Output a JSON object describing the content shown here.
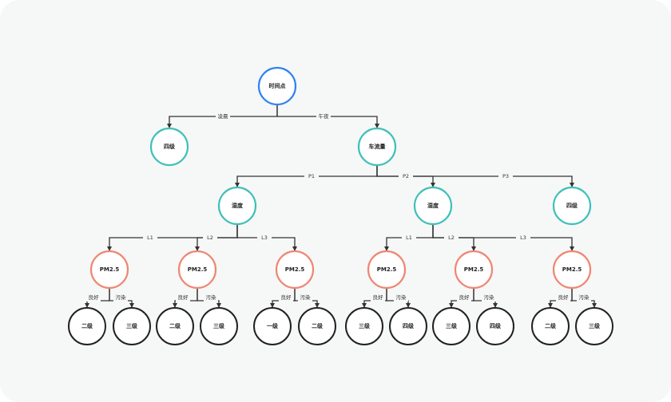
{
  "colors": {
    "root": "#2f83f2",
    "teal": "#3fc0b8",
    "salmon": "#ef8672",
    "leaf": "#222222",
    "line": "#333333",
    "background": "#f6f7f7"
  },
  "nodes": [
    {
      "id": "n0",
      "label": "时间点",
      "type": "root"
    },
    {
      "id": "n1",
      "label": "四级",
      "type": "teal"
    },
    {
      "id": "n2",
      "label": "车流量",
      "type": "teal"
    },
    {
      "id": "n3",
      "label": "湿度",
      "type": "teal"
    },
    {
      "id": "n4",
      "label": "湿度",
      "type": "teal"
    },
    {
      "id": "n5",
      "label": "四级",
      "type": "teal"
    },
    {
      "id": "n6",
      "label": "PM2.5",
      "type": "salmon"
    },
    {
      "id": "n7",
      "label": "PM2.5",
      "type": "salmon"
    },
    {
      "id": "n8",
      "label": "PM2.5",
      "type": "salmon"
    },
    {
      "id": "n9",
      "label": "PM2.5",
      "type": "salmon"
    },
    {
      "id": "n10",
      "label": "PM2.5",
      "type": "salmon"
    },
    {
      "id": "n11",
      "label": "PM2.5",
      "type": "salmon"
    },
    {
      "id": "l1",
      "label": "二级",
      "type": "leaf"
    },
    {
      "id": "l2",
      "label": "三级",
      "type": "leaf"
    },
    {
      "id": "l3",
      "label": "二级",
      "type": "leaf"
    },
    {
      "id": "l4",
      "label": "三级",
      "type": "leaf"
    },
    {
      "id": "l5",
      "label": "一级",
      "type": "leaf"
    },
    {
      "id": "l6",
      "label": "二级",
      "type": "leaf"
    },
    {
      "id": "l7",
      "label": "三级",
      "type": "leaf"
    },
    {
      "id": "l8",
      "label": "四级",
      "type": "leaf"
    },
    {
      "id": "l9",
      "label": "三级",
      "type": "leaf"
    },
    {
      "id": "l10",
      "label": "四级",
      "type": "leaf"
    },
    {
      "id": "l11",
      "label": "二级",
      "type": "leaf"
    },
    {
      "id": "l12",
      "label": "三级",
      "type": "leaf"
    }
  ],
  "edges": [
    {
      "from": "n0",
      "to": "n1",
      "label": "凌晨"
    },
    {
      "from": "n0",
      "to": "n2",
      "label": "午夜"
    },
    {
      "from": "n2",
      "to": "n3",
      "label": "P1"
    },
    {
      "from": "n2",
      "to": "n4",
      "label": "P2"
    },
    {
      "from": "n2",
      "to": "n5",
      "label": "P3"
    },
    {
      "from": "n3",
      "to": "n6",
      "label": "L1"
    },
    {
      "from": "n3",
      "to": "n7",
      "label": "L2"
    },
    {
      "from": "n3",
      "to": "n8",
      "label": "L3"
    },
    {
      "from": "n4",
      "to": "n9",
      "label": "L1"
    },
    {
      "from": "n4",
      "to": "n10",
      "label": "L2"
    },
    {
      "from": "n4",
      "to": "n11",
      "label": "L3"
    },
    {
      "from": "n6",
      "to": "l1",
      "label": "良好"
    },
    {
      "from": "n6",
      "to": "l2",
      "label": "污染"
    },
    {
      "from": "n7",
      "to": "l3",
      "label": "良好"
    },
    {
      "from": "n7",
      "to": "l4",
      "label": "污染"
    },
    {
      "from": "n8",
      "to": "l5",
      "label": "良好"
    },
    {
      "from": "n8",
      "to": "l6",
      "label": "污染"
    },
    {
      "from": "n9",
      "to": "l7",
      "label": "良好"
    },
    {
      "from": "n9",
      "to": "l8",
      "label": "污染"
    },
    {
      "from": "n10",
      "to": "l9",
      "label": "良好"
    },
    {
      "from": "n10",
      "to": "l10",
      "label": "污染"
    },
    {
      "from": "n11",
      "to": "l11",
      "label": "良好"
    },
    {
      "from": "n11",
      "to": "l12",
      "label": "污染"
    }
  ]
}
